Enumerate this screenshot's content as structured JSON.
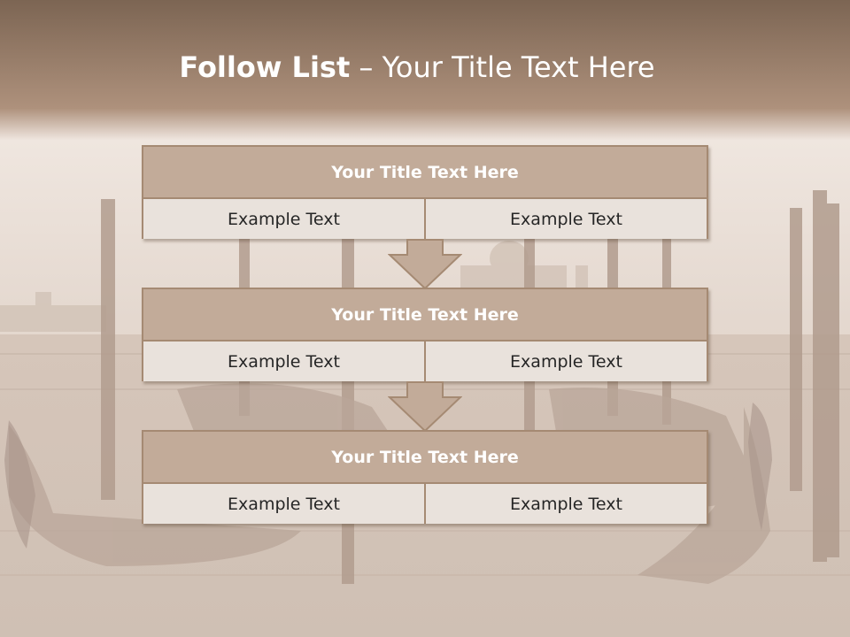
{
  "slide": {
    "title_lead": "Follow List",
    "title_rest": " – Your Title Text Here"
  },
  "steps": [
    {
      "title": "Your Title Text Here",
      "left": "Example Text",
      "right": "Example Text"
    },
    {
      "title": "Your Title Text Here",
      "left": "Example Text",
      "right": "Example Text"
    },
    {
      "title": "Your Title Text Here",
      "left": "Example Text",
      "right": "Example Text"
    }
  ],
  "colors": {
    "header_band": "#8a6d58",
    "block_header": "#c2ab99",
    "block_cell": "#e9e2dc",
    "border": "#a58a73",
    "arrow": "#c2ab99"
  },
  "icons": [
    "down-arrow-icon"
  ]
}
